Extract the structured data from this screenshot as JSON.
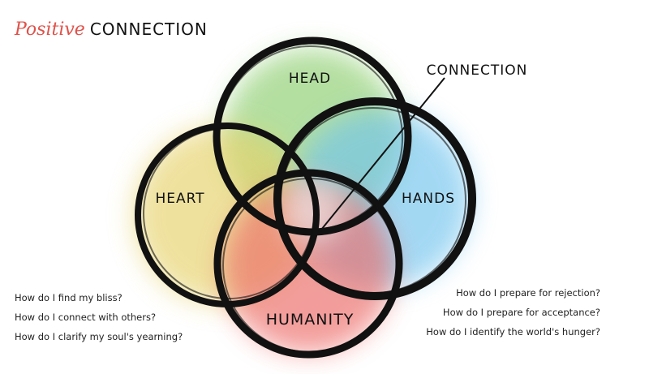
{
  "title": {
    "script": "Positive",
    "caps": "CONNECTION"
  },
  "circles": [
    {
      "label": "HEAD",
      "color": "#8cce6e"
    },
    {
      "label": "HEART",
      "color": "#e6d26a"
    },
    {
      "label": "HANDS",
      "color": "#72c4ee"
    },
    {
      "label": "HUMANITY",
      "color": "#ec6b66"
    }
  ],
  "center_label": "CONNECTION",
  "questions_left": [
    "How do I find my bliss?",
    "How do I connect with others?",
    "How do I clarify my soul's yearning?"
  ],
  "questions_right": [
    "How do I prepare for rejection?",
    "How do I prepare for acceptance?",
    "How do I identify the world's hunger?"
  ],
  "stroke_color": "#111111"
}
